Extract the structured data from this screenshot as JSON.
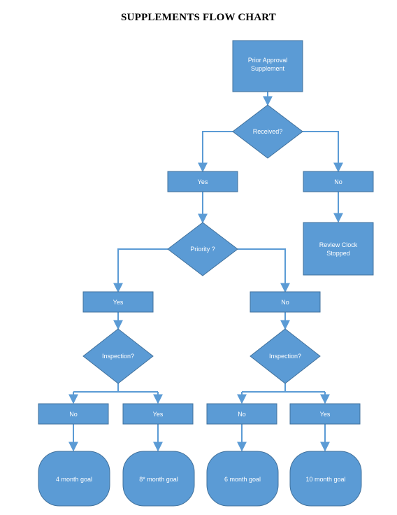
{
  "title": "SUPPLEMENTS FLOW CHART",
  "colors": {
    "node_fill": "#5b9bd5",
    "node_stroke": "#41719c",
    "connector": "#5b9bd5",
    "text": "#ffffff"
  },
  "nodes": {
    "prior_approval": [
      "Prior Approval",
      "Supplement"
    ],
    "received": "Received?",
    "received_yes": "Yes",
    "received_no": "No",
    "review_clock": [
      "Review Clock",
      "Stopped"
    ],
    "priority": "Priority ?",
    "priority_yes": "Yes",
    "priority_no": "No",
    "inspection_left": "Inspection?",
    "inspection_right": "Inspection?",
    "left_no": "No",
    "left_yes": "Yes",
    "right_no": "No",
    "right_yes": "Yes",
    "goal_4": "4 month goal",
    "goal_8": "8* month goal",
    "goal_6": "6 month goal",
    "goal_10": "10 month goal"
  }
}
